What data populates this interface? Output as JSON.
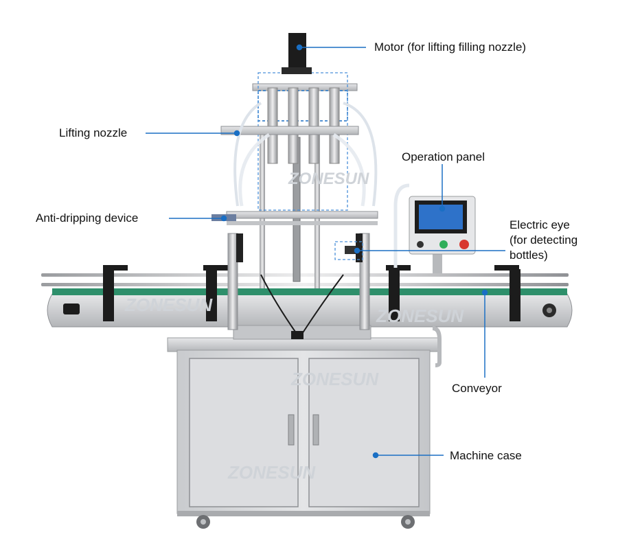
{
  "labels": {
    "motor": "Motor (for lifting filling nozzle)",
    "lifting_nozzle": "Lifting nozzle",
    "operation_panel": "Operation panel",
    "anti_dripping": "Anti-dripping device",
    "electric_eye_1": "Electric eye",
    "electric_eye_2": "(for detecting",
    "electric_eye_3": "bottles)",
    "conveyor": "Conveyor",
    "machine_case": "Machine case"
  },
  "watermark": "ZONESUN",
  "colors": {
    "leader": "#1a6fc4",
    "steel_light": "#d9dadc",
    "steel_mid": "#b8babd",
    "steel_dark": "#8e9094",
    "belt": "#2e8f6b",
    "black_part": "#1c1c1c",
    "screen": "#2e72c9",
    "button_green": "#2fae5a",
    "button_red": "#d8372f",
    "watermark": "#cfd3d8"
  }
}
